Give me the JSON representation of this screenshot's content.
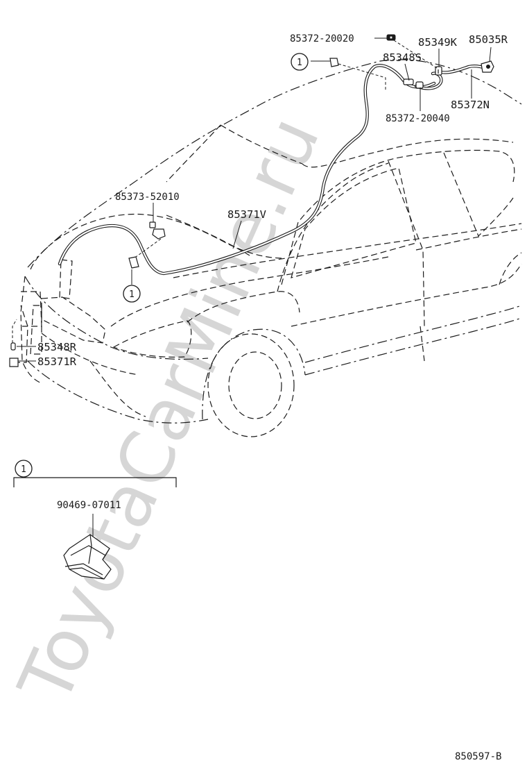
{
  "watermark": "ToyotaCarMine.ru",
  "diagram_code": "850597-B",
  "callout_marker": "1",
  "parts": {
    "p_85372_20020": "85372-20020",
    "p_85349K": "85349K",
    "p_85035R": "85035R",
    "p_85348S": "85348S",
    "p_85372N": "85372N",
    "p_85372_20040": "85372-20040",
    "p_85373_52010": "85373-52010",
    "p_85371V": "85371V",
    "p_85348R": "85348R",
    "p_85371R": "85371R"
  },
  "detail_group": {
    "marker": "1",
    "part": "90469-07011"
  }
}
